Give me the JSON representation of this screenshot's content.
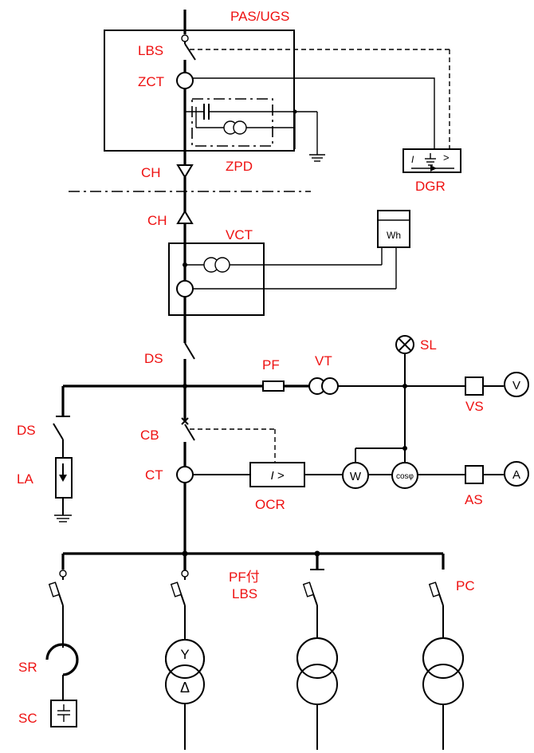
{
  "labels": {
    "pas_ugs": "PAS/UGS",
    "lbs": "LBS",
    "zct": "ZCT",
    "zpd": "ZPD",
    "ch_top": "CH",
    "ch_bottom": "CH",
    "dgr": "DGR",
    "vct": "VCT",
    "ds_main": "DS",
    "pf": "PF",
    "vt": "VT",
    "sl": "SL",
    "vs": "VS",
    "ds_la": "DS",
    "la": "LA",
    "cb": "CB",
    "ct": "CT",
    "ocr": "OCR",
    "as": "AS",
    "pf_lbs_line1": "PF付",
    "pf_lbs_line2": "LBS",
    "pc": "PC",
    "sr": "SR",
    "sc": "SC"
  },
  "meter_symbols": {
    "wh": "Wh",
    "ocr_relay": "I >",
    "dgr_i": "I",
    "dgr_gt": ">",
    "watt": "W",
    "pf_meter": "cosφ",
    "volt": "V",
    "amp": "A",
    "trans_y": "Y",
    "trans_delta": "Δ"
  },
  "colors": {
    "label_red": "#ee1111",
    "line_black": "#000000"
  }
}
